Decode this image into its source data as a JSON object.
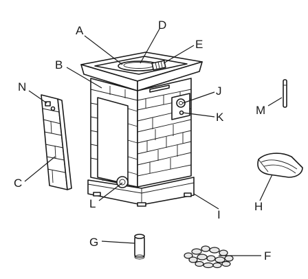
{
  "labels": {
    "a": "A",
    "b": "B",
    "c": "C",
    "d": "D",
    "e": "E",
    "f": "F",
    "g": "G",
    "h": "H",
    "i": "I",
    "j": "J",
    "k": "K",
    "l": "L",
    "m": "M",
    "n": "N"
  }
}
